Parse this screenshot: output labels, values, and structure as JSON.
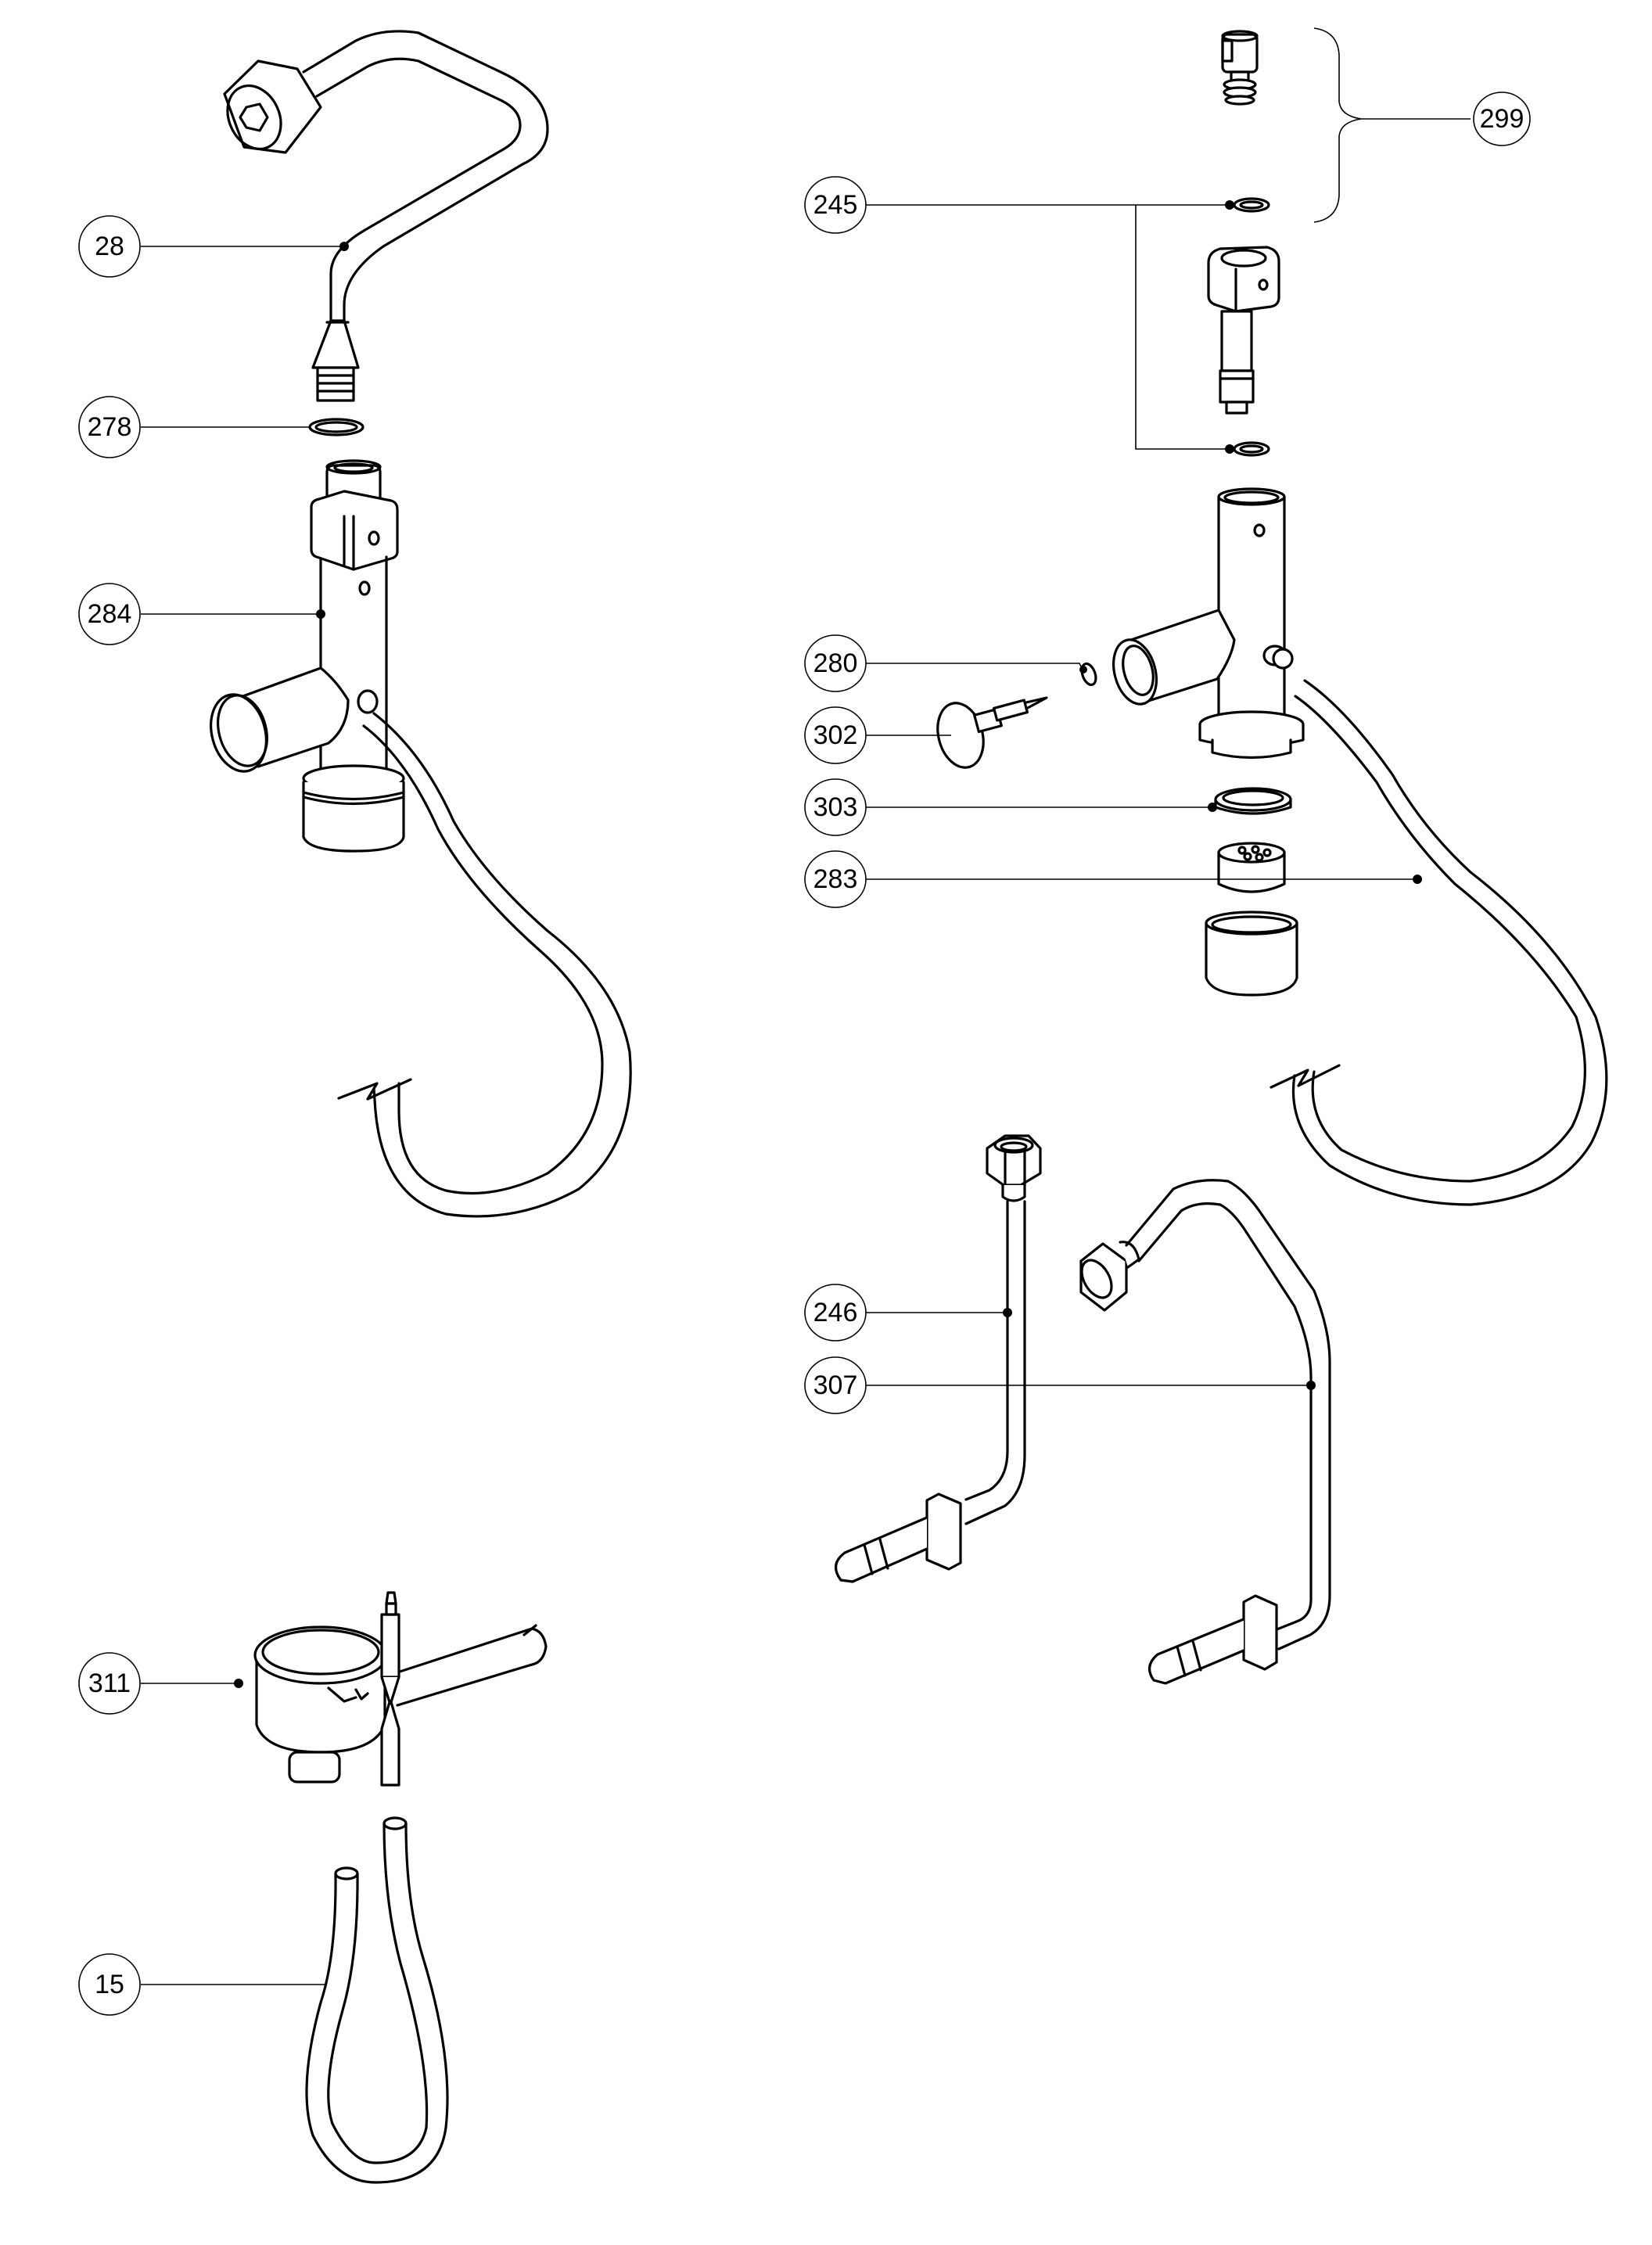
{
  "diagram": {
    "type": "exploded-parts-diagram",
    "assemblies": [
      {
        "name": "left-spout-assembly",
        "callouts": [
          {
            "id": "28",
            "label": "28"
          },
          {
            "id": "278",
            "label": "278"
          },
          {
            "id": "284",
            "label": "284"
          }
        ]
      },
      {
        "name": "right-valve-assembly",
        "callouts": [
          {
            "id": "299",
            "label": "299"
          },
          {
            "id": "245",
            "label": "245"
          },
          {
            "id": "280",
            "label": "280"
          },
          {
            "id": "302",
            "label": "302"
          },
          {
            "id": "303",
            "label": "303"
          },
          {
            "id": "283",
            "label": "283"
          }
        ]
      },
      {
        "name": "pipes",
        "callouts": [
          {
            "id": "246",
            "label": "246"
          },
          {
            "id": "307",
            "label": "307"
          }
        ]
      },
      {
        "name": "drip-cup-assembly",
        "callouts": [
          {
            "id": "311",
            "label": "311"
          },
          {
            "id": "15",
            "label": "15"
          }
        ]
      }
    ]
  },
  "labels": {
    "c28": "28",
    "c278": "278",
    "c284": "284",
    "c299": "299",
    "c245": "245",
    "c280": "280",
    "c302": "302",
    "c303": "303",
    "c283": "283",
    "c246": "246",
    "c307": "307",
    "c311": "311",
    "c15": "15"
  },
  "colors": {
    "line": "#000000",
    "background": "#ffffff"
  }
}
